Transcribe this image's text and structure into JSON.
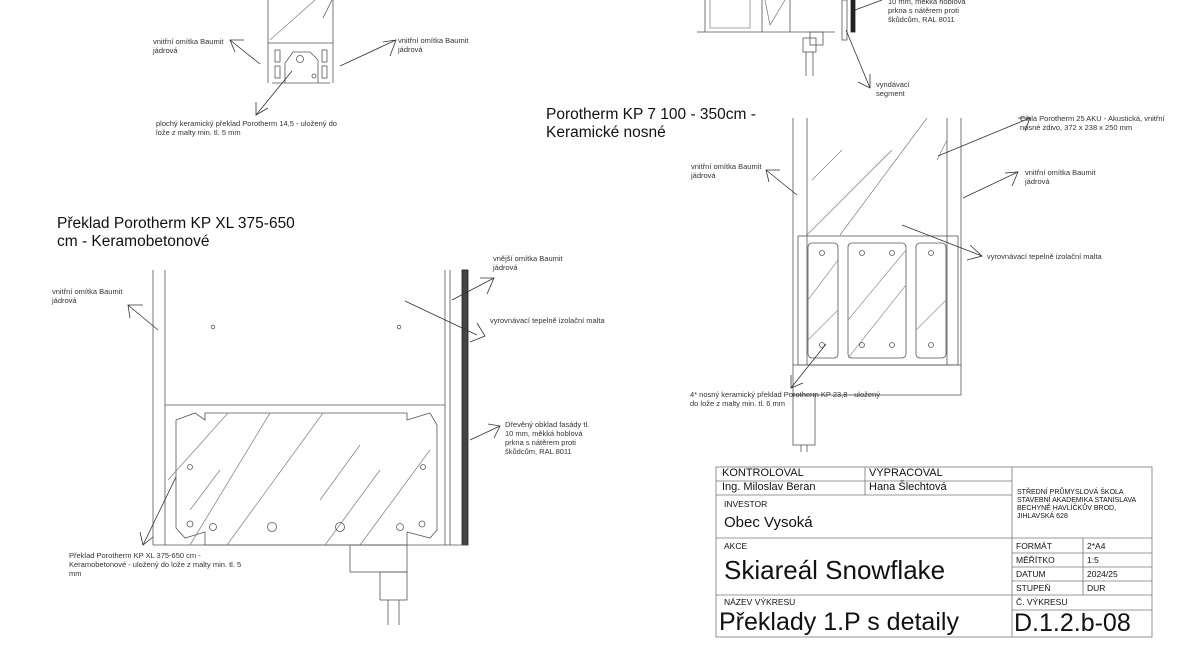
{
  "detail_top_left": {
    "label_left": "vnitřní omítka Baumit\njádrová",
    "label_right": "vnitřní omítka Baumit\njádrová",
    "label_bottom": "plochý keramický překlad Porotherm 14,5 - uložený do\nlože z malty min. tl. 5 mm"
  },
  "detail_xl": {
    "title": "Překlad Porotherm KP XL 375-650\ncm - Keramobetonové",
    "label_inner": "vnitřní omítka Baumit\njádrová",
    "label_outer": "vnější omítka Baumit\njádrová",
    "label_mortar": "vyrovnávací tepelně izolační malta",
    "label_cladding": "Dřevěný obklad fasády tl.\n10 mm, měkká hoblová\nprkna s nátěrem proti\nškůdcům, RAL 8011",
    "label_lintel": "Překlad Porotherm KP XL 375-650 cm -\nKeramobetonové - uložený do lože z malty min. tl. 5\nmm"
  },
  "detail_top_right": {
    "label_cladding": "10 mm, měkká hoblová\nprkna s nátěrem proti\nškůdcům, RAL 8011",
    "label_segment": "vyndávací\nsegment"
  },
  "detail_kp7": {
    "title": "Porotherm KP 7 100 - 350cm -\nKeramické nosné",
    "label_brick": "Cihla Porotherm 25 AKU - Akustická, vnitřní\nnosné zdivo, 372 x 238 x 250 mm",
    "label_inner_left": "vnitřní omítka Baumit\njádrová",
    "label_inner_right": "vnitřní omítka Baumit\njádrová",
    "label_mortar": "vyrovnávací tepelně izolační malta",
    "label_lintel": "4* nosný keramický překlad Porotherm KP 23,8 - uložený\ndo lože z malty min. tl. 6 mm"
  },
  "title_block": {
    "kontroloval_label": "KONTROLOVAL",
    "kontroloval": "Ing. Miloslav Beran",
    "vypracoval_label": "VYPRACOVAL",
    "vypracoval": "Hana Šlechtová",
    "school": "STŘEDNÍ PRŮMYSLOVÁ ŠKOLA\nSTAVEBNÍ AKADEMIKA STANISLAVA\nBECHYNĚ HAVLÍČKŮV BROD,\nJIHLAVSKÁ 628",
    "investor_label": "INVESTOR",
    "investor": "Obec Vysoká",
    "akce_label": "AKCE",
    "akce": "Skiareál Snowflake",
    "format_label": "FORMÁT",
    "format": "2*A4",
    "meritko_label": "MĚŘÍTKO",
    "meritko": "1:5",
    "datum_label": "DATUM",
    "datum": "2024/25",
    "stupen_label": "STUPEŇ",
    "stupen": "DUR",
    "nazev_label": "NÁZEV VÝKRESU",
    "nazev": "Překlady 1.P s detaily",
    "cislo_label": "Č. VÝKRESU",
    "cislo": "D.1.2.b-08"
  }
}
